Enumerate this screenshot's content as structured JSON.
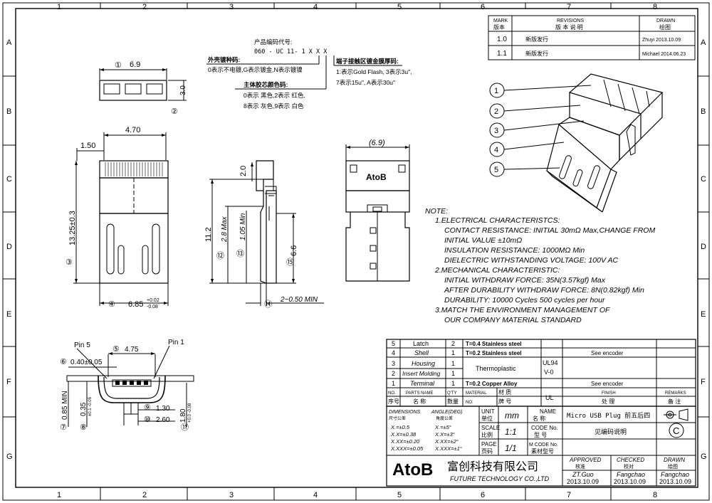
{
  "border": {
    "cols": [
      "1",
      "2",
      "3",
      "4",
      "5",
      "6",
      "7",
      "8"
    ],
    "rows": [
      "A",
      "B",
      "C",
      "D",
      "E",
      "F",
      "G"
    ]
  },
  "revisions": {
    "head_mark": [
      "MARK",
      "版本"
    ],
    "head_rev": [
      "REVISIONS",
      "版 本 说 明"
    ],
    "head_drawn": [
      "DRAWN",
      "绘图"
    ],
    "rows": [
      {
        "mark": "1.0",
        "desc": "新版发行",
        "drawn": "Zhuyi  2013.10.09"
      },
      {
        "mark": "1.1",
        "desc": "新版发行",
        "drawn": "Michael  2014.06.23"
      }
    ]
  },
  "part_code": {
    "title": "产品编码代号:",
    "code": "060 - UC 11- 1 X X X",
    "plating_title": "外壳镀种码:",
    "plating_desc": "0表示不电镀,G表示镀金,N表示镀镍",
    "color_title": "主体胶芯颜色码:",
    "color_1": "0表示 黑色,2表示 红色,",
    "color_2": "8表示 灰色,9表示 白色",
    "contact_title": "端子接触区镀金膜厚码:",
    "contact_1": "1:表示Gold Flash, 3表示3u\",",
    "contact_2": "7表示15u\", A表示30u\""
  },
  "dims": {
    "d6_9": "6.9",
    "d3_0": "3.0",
    "d4_70": "4.70",
    "d1_50": "1.50",
    "d13_25": "13.25±0.3",
    "d6_85": "6.85",
    "d6_85_tol_u": "+0.02",
    "d6_85_tol_l": "-0.08",
    "d2_0": "2.0",
    "d11_2": "11.2",
    "d2_8": "2.8 Max",
    "d1_05": "1.05 Min",
    "d6_6": "6.6",
    "d2_050": "2~0.50 MIN",
    "d6_9p": "(6.9)",
    "pin5": "Pin 5",
    "pin1": "Pin 1",
    "d4_75": "4.75",
    "d0_40": "0.40±0.05",
    "d0_85": "0.85 MIN",
    "d0_35": "0.35",
    "d0_35_tol": "±0.1 -0.05",
    "d1_30": "1.30",
    "d2_60": "2.60",
    "d1_80": "1.80",
    "d1_80_tol": "+0.0 -0.08",
    "logo": "AtoB",
    "balloons": [
      "①",
      "②",
      "③",
      "④",
      "⑤",
      "⑥",
      "⑦",
      "⑧",
      "⑨",
      "⑩",
      "⑪",
      "⑫",
      "⑬",
      "⑭",
      "⑮"
    ]
  },
  "iso_labels": [
    "1",
    "2",
    "3",
    "4",
    "5"
  ],
  "notes": [
    "NOTE:",
    "1.ELECTRICAL CHARACTERISTCS:",
    "CONTACT RESISTANCE: INITIAL 30mΩ  Max,CHANGE FROM",
    "INITIAL VALUE ±10mΩ",
    "INSULATION RESISTANCE: 1000MΩ  Min",
    "DIELECTRIC WITHSTANDING VOLTAGE: 100V AC",
    "2.MECHANICAL CHARACTERISTIC:",
    "INITIAL WITHDRAW FORCE: 35N(3.57kgf) Max",
    "AFTER DURABILITY WITHDRAW FORCE: 8N(0.82kgf) Min",
    "DURABILITY: 10000 Cycles 500 cycles per hour",
    "3.MATCH THE ENVIRONMENT MANAGEMENT OF",
    "OUR COMPANY MATERIAL STANDARD"
  ],
  "bom": {
    "rows": [
      {
        "no": "5",
        "name": "Latch",
        "qty": "2",
        "mat": "T=0.4 Stainless steel",
        "finish": ""
      },
      {
        "no": "4",
        "name": "Shell",
        "qty": "1",
        "mat": "T=0.2 Stainless steel",
        "finish": "See encoder"
      },
      {
        "no": "3",
        "name": "Housing",
        "qty": "1",
        "mat": "",
        "finish": ""
      },
      {
        "no": "2",
        "name": "Insert Molding",
        "qty": "1",
        "mat": "",
        "finish": ""
      },
      {
        "no": "1",
        "name": "Terminal",
        "qty": "1",
        "mat": "T=0.2 Copper Alloy",
        "finish": "See encoder"
      }
    ],
    "thermoplastic": "Thermoplastic",
    "ul94": "UL94",
    "v0": "V-0",
    "head": {
      "no_en": "NO.",
      "no_cn": "序号",
      "name_en": "PARTS NAME",
      "name_cn": "名 称",
      "qty_en": "Q'TY",
      "qty_cn": "数量",
      "mat_en": "MATERIAL",
      "mat_cn": "材 质",
      "brand_en": "NO.",
      "brand_cn": "牌 号",
      "ul": "UL",
      "finish_en": "FINISH",
      "finish_cn": "处 理",
      "remarks_en": "REMARKS",
      "remarks_cn": "备 注"
    }
  },
  "title_block": {
    "dim_en": "DIMENSIONS",
    "dim_cn": "尺寸公差",
    "ang_en": "ANGLE(DEG)",
    "ang_cn": "角度公差",
    "tol": [
      "X.=±0.5",
      "X.X=±0.38",
      "X.XX=±0.20",
      "X.XXX=±0.05"
    ],
    "ang": [
      "X.=±5°",
      "X.X=±3°",
      "X.XX=±2°",
      "X.XXX=±1°"
    ],
    "unit_en": "UNIT",
    "unit_cn": "单位",
    "unit": "mm",
    "name_en": "NAME",
    "name_cn": "名 称",
    "name": "Micro USB Plug 前五后四",
    "scale_en": "SCALE",
    "scale_cn": "比例",
    "scale": "1:1",
    "code_en": "CODE No.",
    "code_cn": "型 号",
    "code": "见编码说明",
    "page_en": "PAGE",
    "page_cn": "页码",
    "page": "1/1",
    "mcode_en": "M CODE No.",
    "mcode_cn": "素材型号",
    "mcode": "",
    "approved_en": "APPROVED",
    "approved_cn": "核准",
    "approved_by": "ZT.Guo",
    "approved_date": "2013.10.09",
    "checked_en": "CHECKED",
    "checked_cn": "校对",
    "checked_by": "Fangchao",
    "checked_date": "2013.10.09",
    "drawn_en": "DRAWN",
    "drawn_cn": "绘图",
    "drawn_by": "Fangchao",
    "drawn_date": "2013.10.09",
    "company_logo": "AtoB",
    "company_cn": "富创科技有限公司",
    "company_en": "FUTURE TECHNOLOGY CO.,LTD",
    "copyright": "C"
  }
}
